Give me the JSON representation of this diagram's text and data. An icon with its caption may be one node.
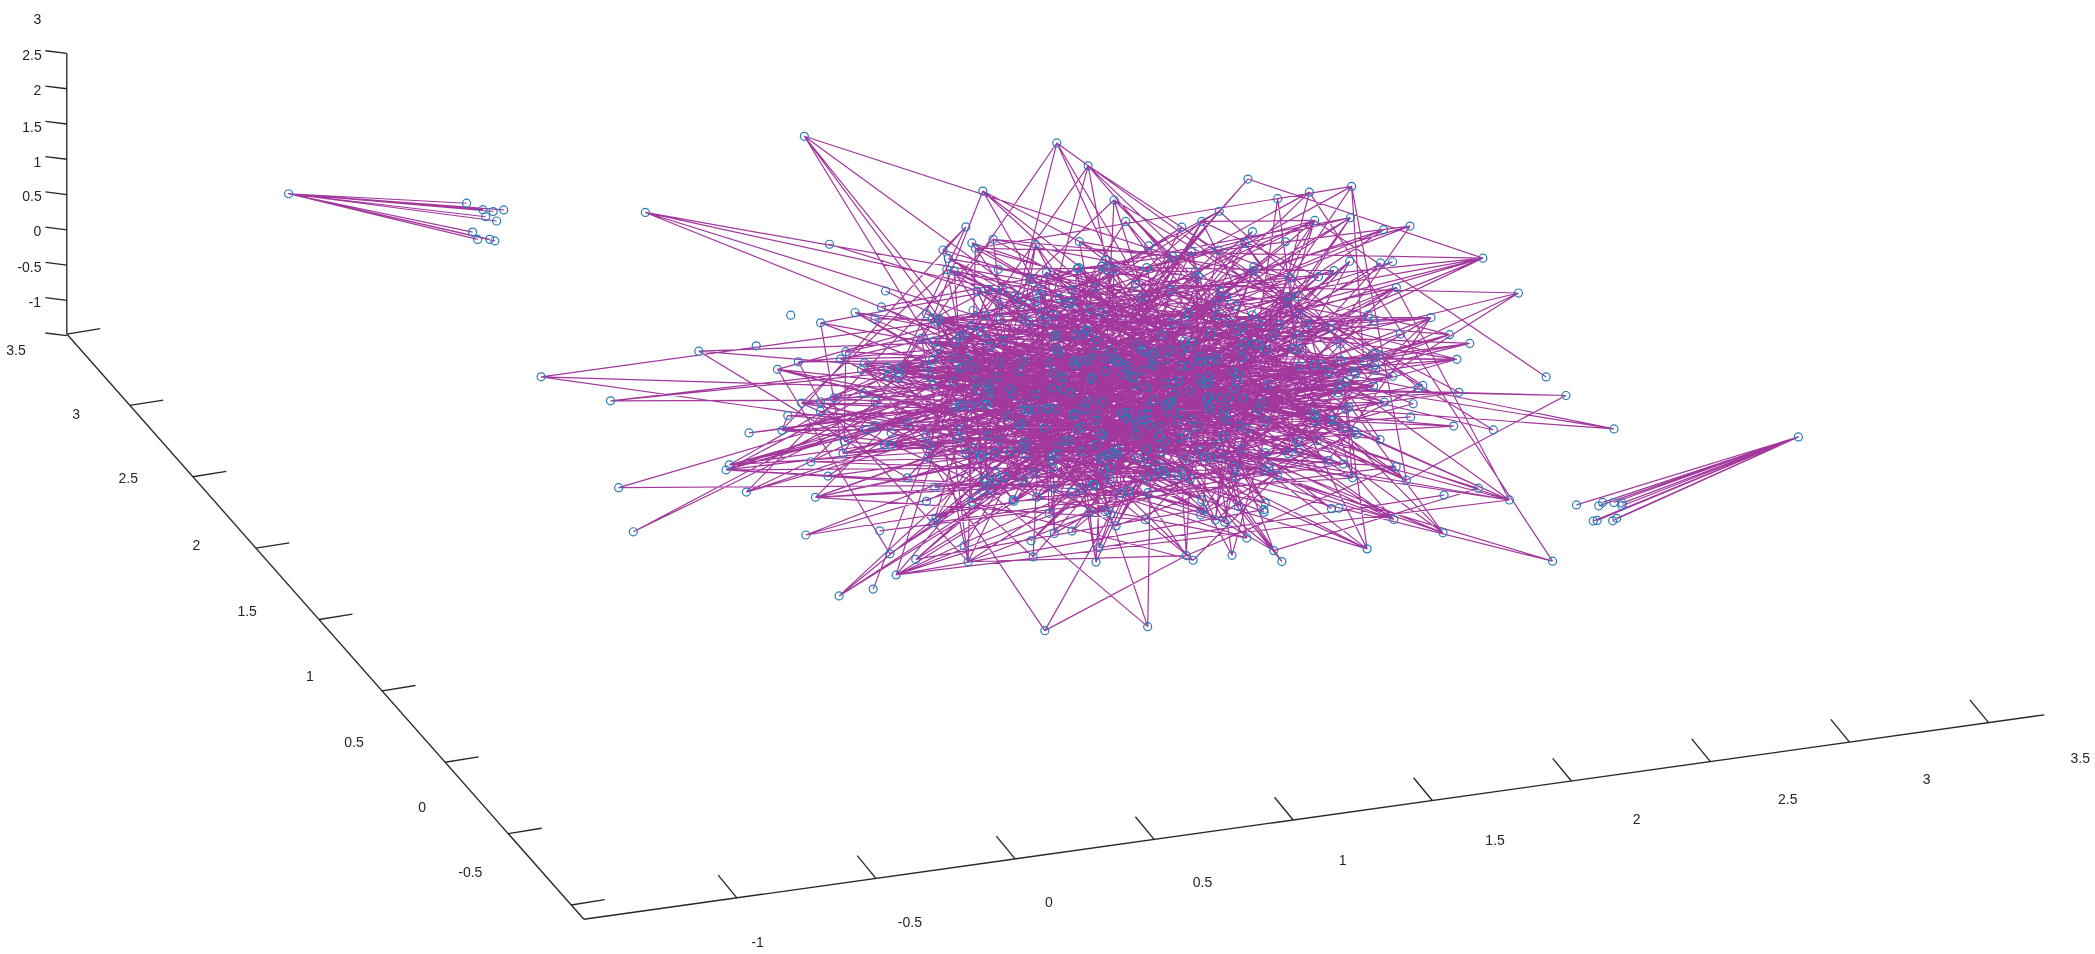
{
  "diagram": {
    "labels": [
      "3",
      "2.5",
      "2",
      "1.5",
      "1",
      "0.5",
      "0",
      "-0.5",
      "-1",
      "3.5",
      "3",
      "2.5",
      "2",
      "1.5",
      "1",
      "0.5",
      "0",
      "-0.5",
      "-1",
      "-0.5",
      "0",
      "0.5",
      "1",
      "1.5",
      "2",
      "2.5",
      "3",
      "3.5"
    ]
  }
}
